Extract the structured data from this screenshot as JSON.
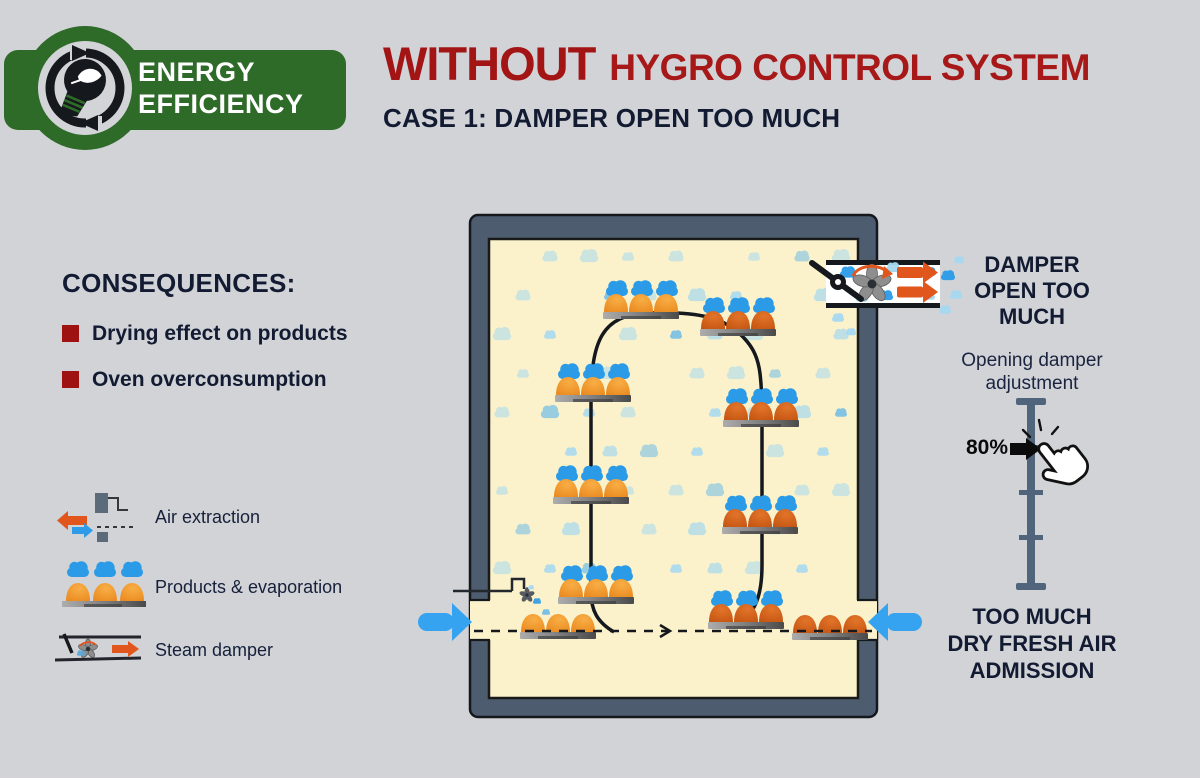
{
  "badge": {
    "line1": "ENERGY",
    "line2": "EFFICIENCY"
  },
  "header": {
    "title_emphasis": "WITHOUT",
    "title_rest": "HYGRO CONTROL SYSTEM",
    "subtitle": "CASE 1: DAMPER OPEN TOO MUCH"
  },
  "consequences": {
    "heading": "CONSEQUENCES:",
    "items": [
      {
        "label": "Drying effect on products"
      },
      {
        "label": "Oven overconsumption"
      }
    ]
  },
  "legend": {
    "items": [
      {
        "icon": "air-extraction-icon",
        "label": "Air extraction"
      },
      {
        "icon": "products-evaporation-icon",
        "label": "Products & evaporation"
      },
      {
        "icon": "steam-damper-icon",
        "label": "Steam damper"
      }
    ]
  },
  "diagram": {
    "damper_status": {
      "line1": "DAMPER",
      "line2": "OPEN TOO",
      "line3": "MUCH"
    },
    "adjustment_label": {
      "line1": "Opening damper",
      "line2": "adjustment"
    },
    "slider": {
      "value_label": "80%"
    },
    "admission": {
      "line1": "TOO MUCH",
      "line2": "DRY FRESH AIR",
      "line3": "ADMISSION"
    },
    "oven": {
      "tray_count": 10,
      "products_per_tray": 3
    }
  },
  "palette": {
    "background": "#D1D3D7",
    "brand_green": "#2E6A28",
    "title_red": "#A31414",
    "navy": "#131B33",
    "bullet_red": "#9E1212",
    "oven_frame": "#4D5C6E",
    "oven_interior": "#FBF2CB",
    "cloud_light": "#A5D9F1",
    "cloud_bright": "#2B9BE8",
    "product_orange": "#F29D2F",
    "product_dark": "#D6651C",
    "arrow_orange": "#E0561C",
    "arrow_blue": "#35A3EF",
    "slider_slate": "#50657B"
  }
}
